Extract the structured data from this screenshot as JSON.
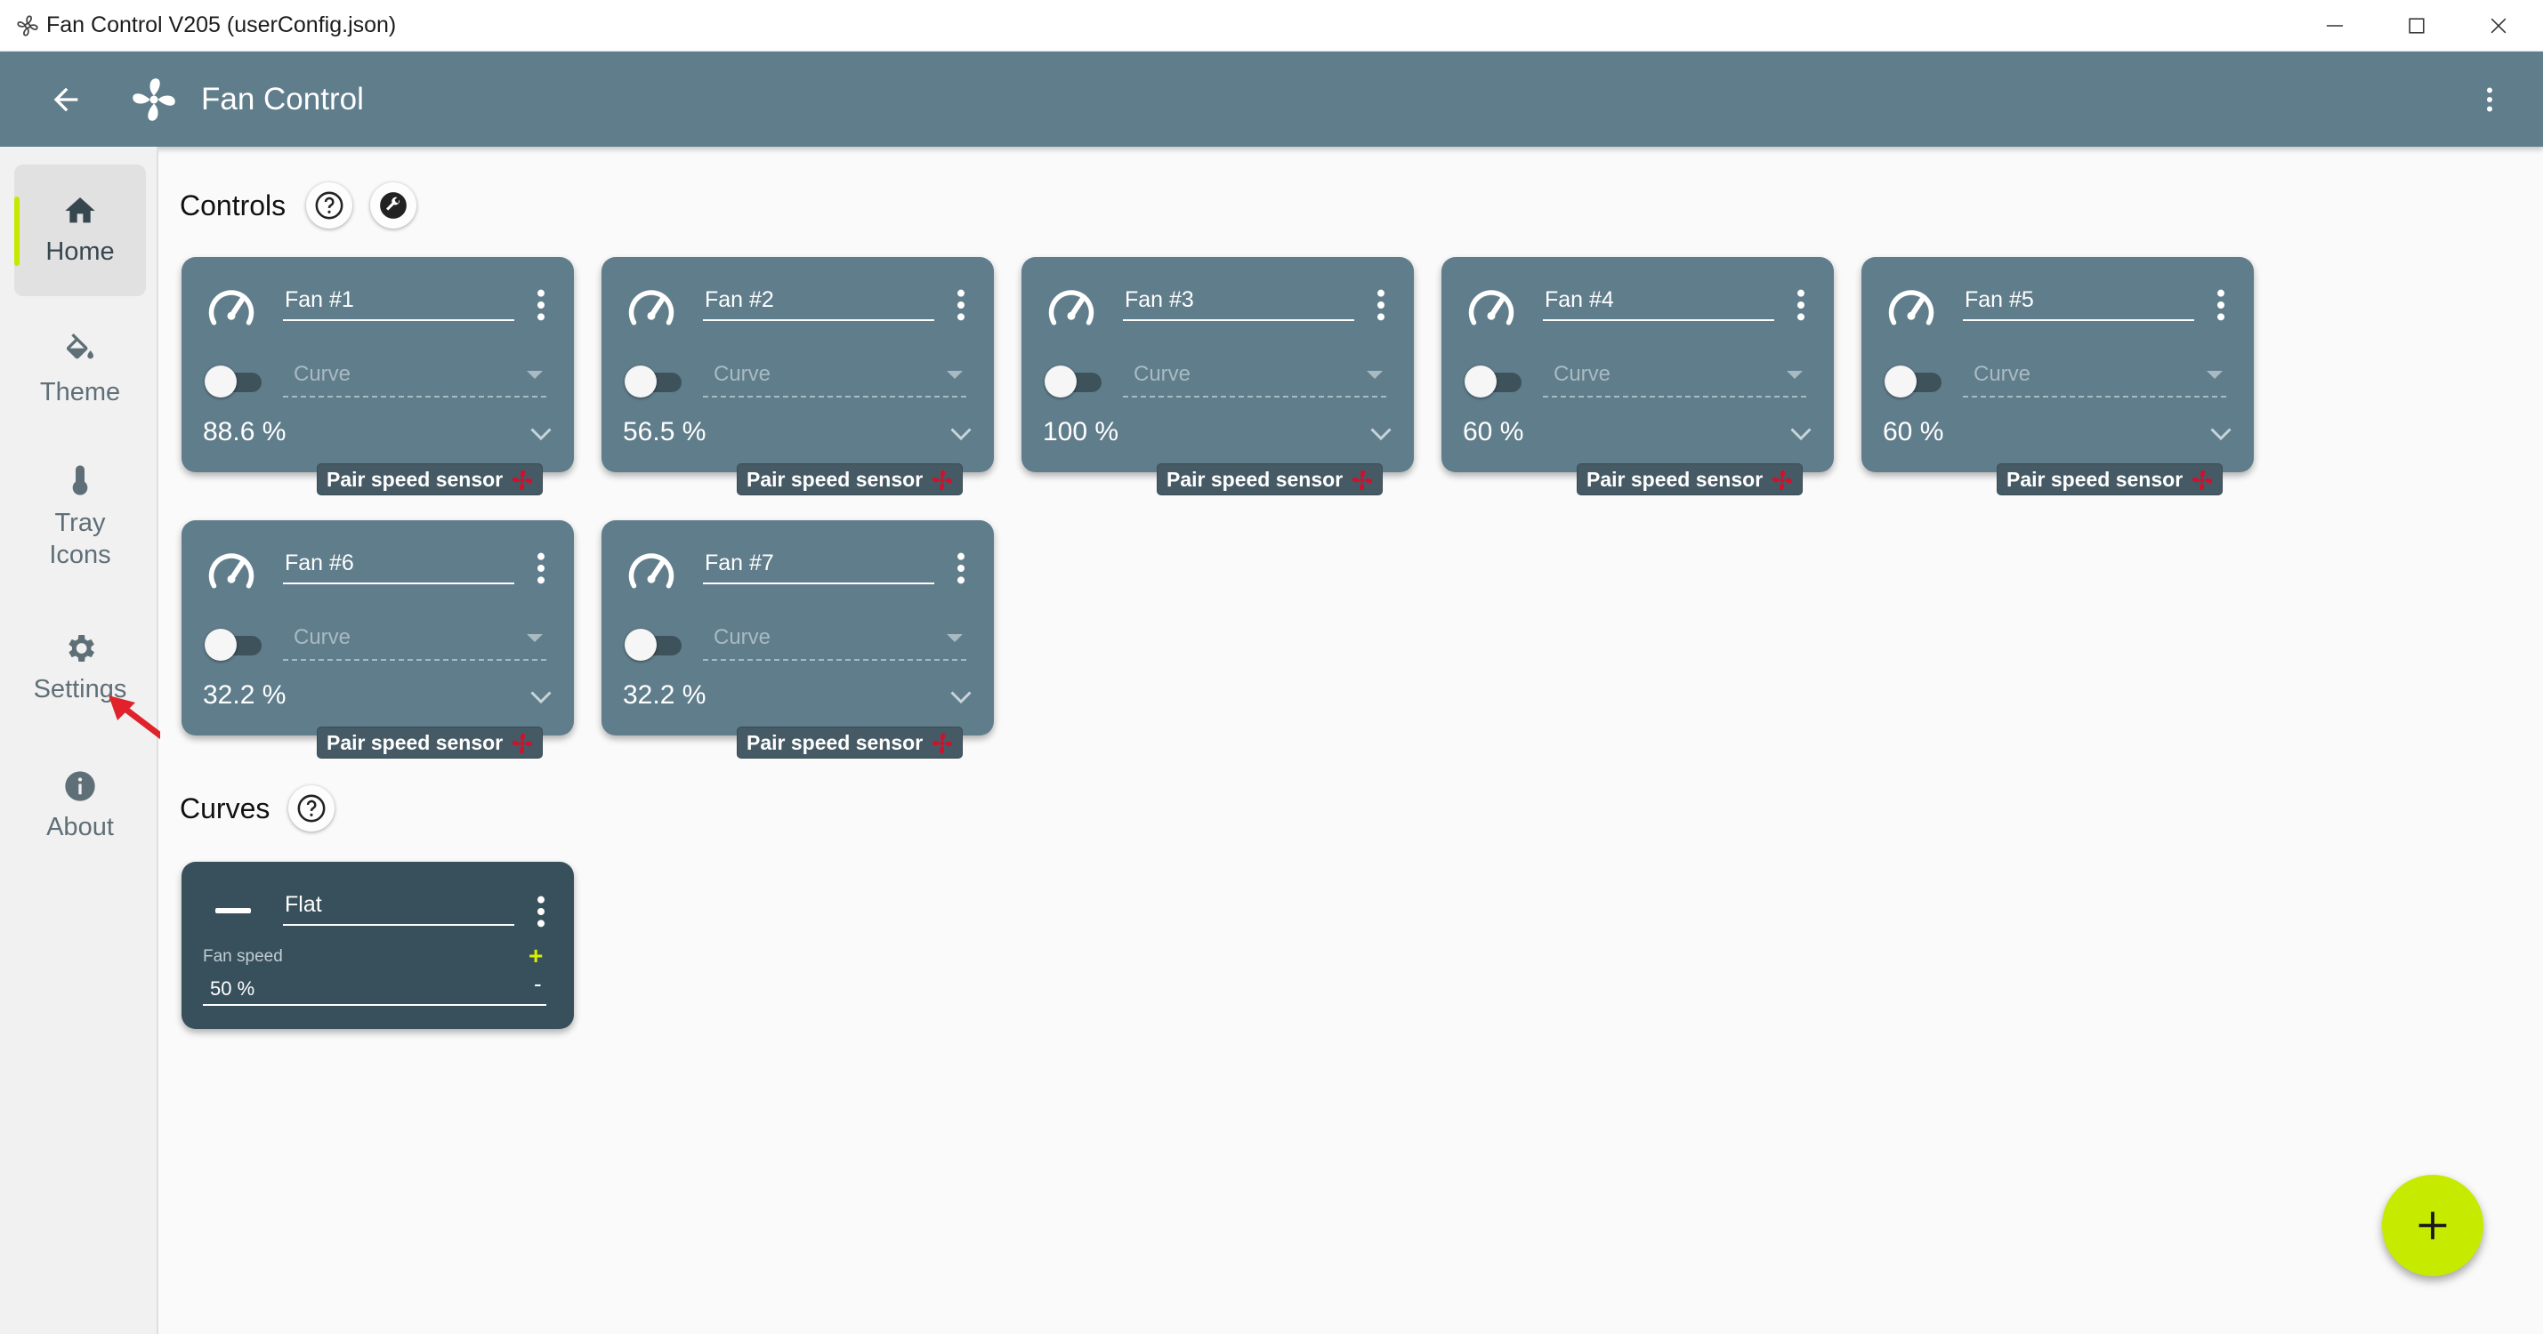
{
  "window": {
    "title": "Fan Control V205 (userConfig.json)"
  },
  "appbar": {
    "title": "Fan Control"
  },
  "nav": {
    "items": [
      {
        "label": "Home",
        "icon": "home-icon",
        "active": true
      },
      {
        "label": "Theme",
        "icon": "paint-bucket-icon",
        "active": false
      },
      {
        "label": "Tray Icons",
        "icon": "thermometer-icon",
        "active": false
      },
      {
        "label": "Settings",
        "icon": "gear-icon",
        "active": false
      },
      {
        "label": "About",
        "icon": "info-icon",
        "active": false
      }
    ]
  },
  "controls": {
    "title": "Controls",
    "cards": [
      {
        "name": "Fan #1",
        "curve_placeholder": "Curve",
        "value": "88.6 %",
        "pair_label": "Pair speed sensor"
      },
      {
        "name": "Fan #2",
        "curve_placeholder": "Curve",
        "value": "56.5 %",
        "pair_label": "Pair speed sensor"
      },
      {
        "name": "Fan #3",
        "curve_placeholder": "Curve",
        "value": "100 %",
        "pair_label": "Pair speed sensor"
      },
      {
        "name": "Fan #4",
        "curve_placeholder": "Curve",
        "value": "60 %",
        "pair_label": "Pair speed sensor"
      },
      {
        "name": "Fan #5",
        "curve_placeholder": "Curve",
        "value": "60 %",
        "pair_label": "Pair speed sensor"
      },
      {
        "name": "Fan #6",
        "curve_placeholder": "Curve",
        "value": "32.2 %",
        "pair_label": "Pair speed sensor"
      },
      {
        "name": "Fan #7",
        "curve_placeholder": "Curve",
        "value": "32.2 %",
        "pair_label": "Pair speed sensor"
      }
    ]
  },
  "curves": {
    "title": "Curves",
    "cards": [
      {
        "name": "Flat",
        "field_label": "Fan speed",
        "value": "50 %",
        "plus": "+",
        "minus": "-"
      }
    ]
  },
  "fab": {
    "icon": "plus-icon"
  },
  "colors": {
    "appbar": "#607d8b",
    "card": "#607d8b",
    "curve_card": "#37505c",
    "accent": "#c6ea00",
    "pair_chip": "#455a64",
    "fan_red": "#d0112b"
  }
}
